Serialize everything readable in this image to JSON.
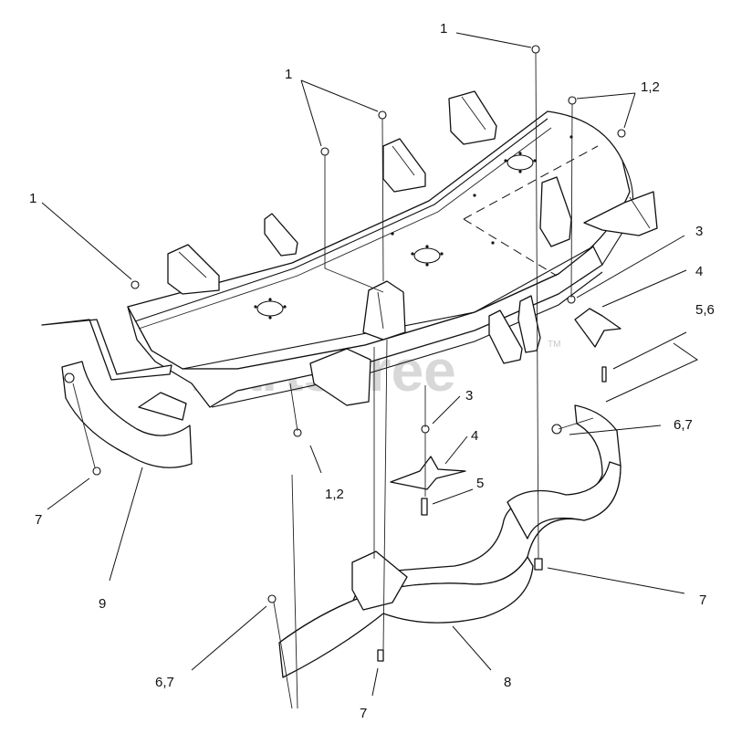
{
  "watermark": {
    "text": "PartsTree",
    "trademark": "TM"
  },
  "callouts": [
    {
      "id": "c1",
      "text": "1"
    },
    {
      "id": "c2",
      "text": "1"
    },
    {
      "id": "c3",
      "text": "1,2"
    },
    {
      "id": "c4",
      "text": "1"
    },
    {
      "id": "c5",
      "text": "3"
    },
    {
      "id": "c6",
      "text": "4"
    },
    {
      "id": "c7",
      "text": "5,6"
    },
    {
      "id": "c8",
      "text": "3"
    },
    {
      "id": "c9",
      "text": "4"
    },
    {
      "id": "c10",
      "text": "5"
    },
    {
      "id": "c11",
      "text": "6,7"
    },
    {
      "id": "c12",
      "text": "1,2"
    },
    {
      "id": "c13",
      "text": "7"
    },
    {
      "id": "c14",
      "text": "9"
    },
    {
      "id": "c15",
      "text": "7"
    },
    {
      "id": "c16",
      "text": "6,7"
    },
    {
      "id": "c17",
      "text": "7"
    },
    {
      "id": "c18",
      "text": "8"
    }
  ]
}
